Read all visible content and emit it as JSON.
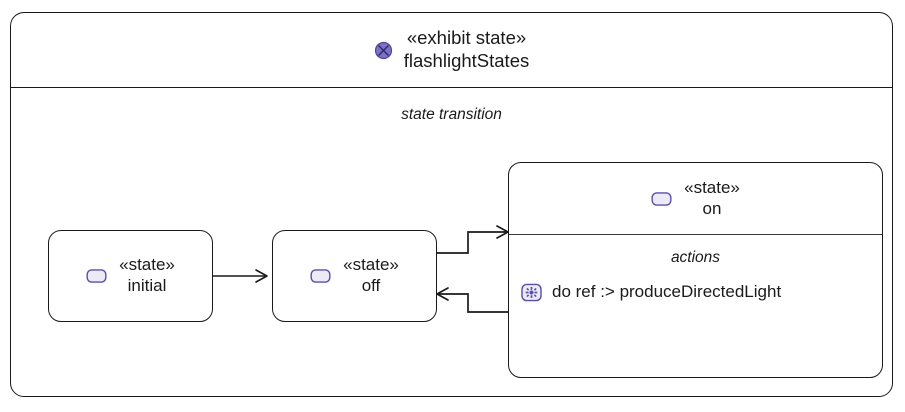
{
  "frame": {
    "icon": "exhibit-state-icon",
    "keyword": "«exhibit state»",
    "name": "flashlightStates",
    "section_label": "state transition"
  },
  "states": [
    {
      "id": "initial",
      "icon": "state-icon",
      "keyword": "«state»",
      "name": "initial"
    },
    {
      "id": "off",
      "icon": "state-icon",
      "keyword": "«state»",
      "name": "off"
    },
    {
      "id": "on",
      "icon": "state-icon",
      "keyword": "«state»",
      "name": "on",
      "compartment_label": "actions",
      "actions": [
        {
          "icon": "action-gear-icon",
          "text": "do ref :> produceDirectedLight"
        }
      ]
    }
  ],
  "transitions": [
    {
      "id": "initial-to-off",
      "from": "initial",
      "to": "off"
    },
    {
      "id": "off-to-on",
      "from": "off",
      "to": "on"
    },
    {
      "id": "on-to-off",
      "from": "on",
      "to": "off"
    }
  ],
  "colors": {
    "stroke": "#1a1a1a",
    "icon_stroke": "#5b4fa8",
    "icon_fill": "#eceaf6",
    "exhibit_icon_fill": "#7b72c4",
    "background": "#ffffff"
  }
}
